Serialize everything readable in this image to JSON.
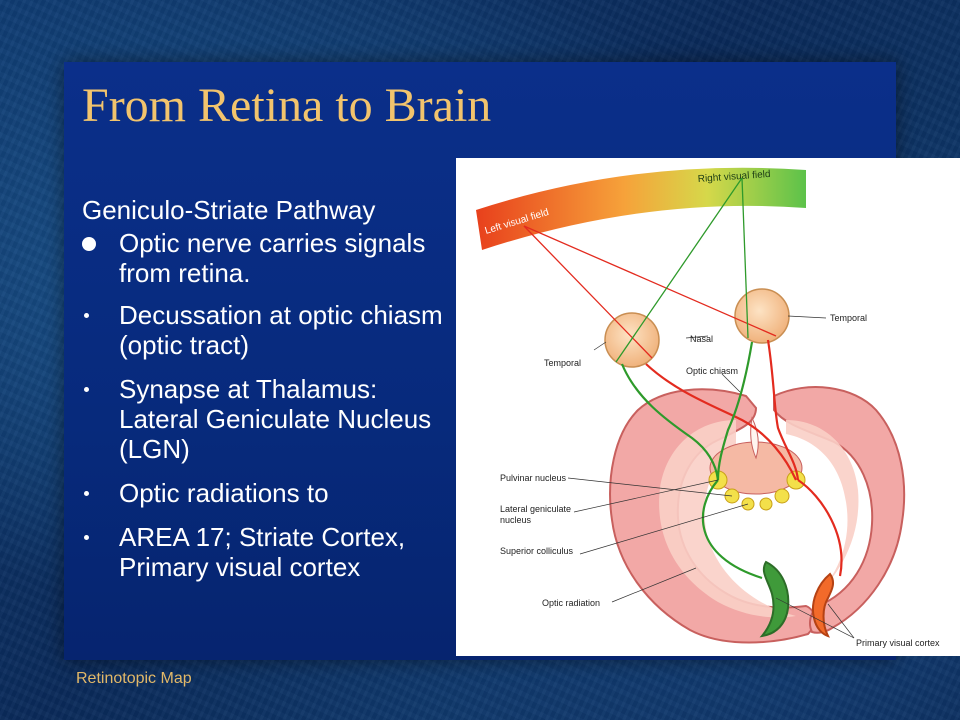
{
  "slide": {
    "title": "From Retina to Brain",
    "footer": "Retinotopic Map"
  },
  "content": {
    "heading": "Geniculo-Striate Pathway",
    "bullets": [
      {
        "style": "large",
        "text": "Optic nerve carries signals from retina."
      },
      {
        "style": "small",
        "text": "Decussation at optic chiasm (optic tract)"
      },
      {
        "style": "small",
        "text": "Synapse at Thalamus: Lateral Geniculate Nucleus (LGN)"
      },
      {
        "style": "small",
        "text": "Optic radiations to"
      },
      {
        "style": "small",
        "text": "AREA 17; Striate Cortex, Primary visual cortex"
      }
    ]
  },
  "figure": {
    "labels": {
      "left_visual_field": "Left visual field",
      "right_visual_field": "Right visual field",
      "nasal": "Nasal",
      "temporal_right": "Temporal",
      "temporal_left": "Temporal",
      "optic_chiasm": "Optic chiasm",
      "pulvinar_nucleus": "Pulvinar nucleus",
      "lateral_geniculate_line1": "Lateral geniculate",
      "lateral_geniculate_line2": "nucleus",
      "superior_colliculus": "Superior colliculus",
      "optic_radiation": "Optic radiation",
      "primary_visual_cortex": "Primary visual cortex"
    },
    "colors": {
      "left_pathway": "#e32b1f",
      "right_pathway": "#2e9a2b",
      "brain": "#f2a8a6",
      "brain_edge": "#c8605e"
    }
  }
}
